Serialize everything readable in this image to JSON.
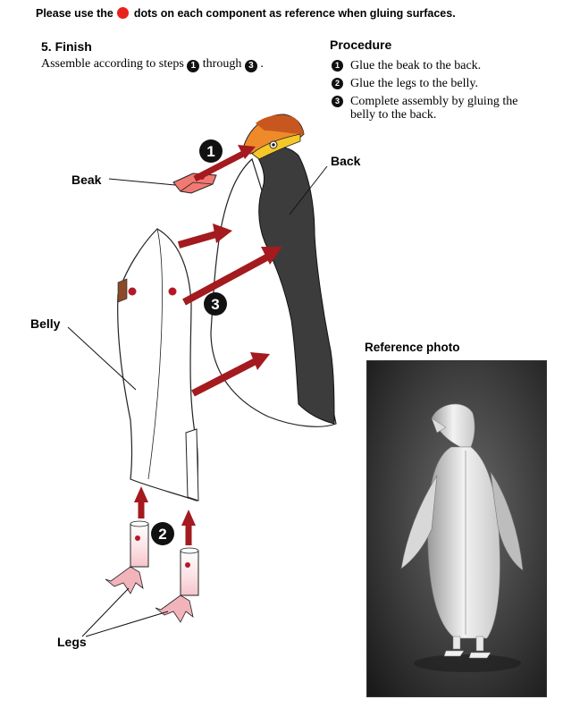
{
  "header": {
    "note_before": "Please use the",
    "note_after": "dots on each component as reference when gluing surfaces.",
    "dot_color": "#e8211c"
  },
  "step": {
    "title": "5. Finish",
    "text_before": "Assemble according to steps",
    "text_mid": "through",
    "text_after": ".",
    "from_num": "1",
    "to_num": "3"
  },
  "procedure": {
    "title": "Procedure",
    "items": [
      {
        "num": "1",
        "text": "Glue the beak to the back."
      },
      {
        "num": "2",
        "text": "Glue the legs to the belly."
      },
      {
        "num": "3",
        "text": "Complete assembly by gluing the belly to the back."
      }
    ]
  },
  "diagram": {
    "labels": {
      "beak": "Beak",
      "back": "Back",
      "belly": "Belly",
      "legs": "Legs"
    },
    "step_badges": [
      "1",
      "2",
      "3"
    ],
    "colors": {
      "arrow": "#a31a1f",
      "back": "#3c3c3c",
      "beak": "#ee8a2a",
      "dot": "#b3182a"
    }
  },
  "reference": {
    "title": "Reference photo"
  }
}
